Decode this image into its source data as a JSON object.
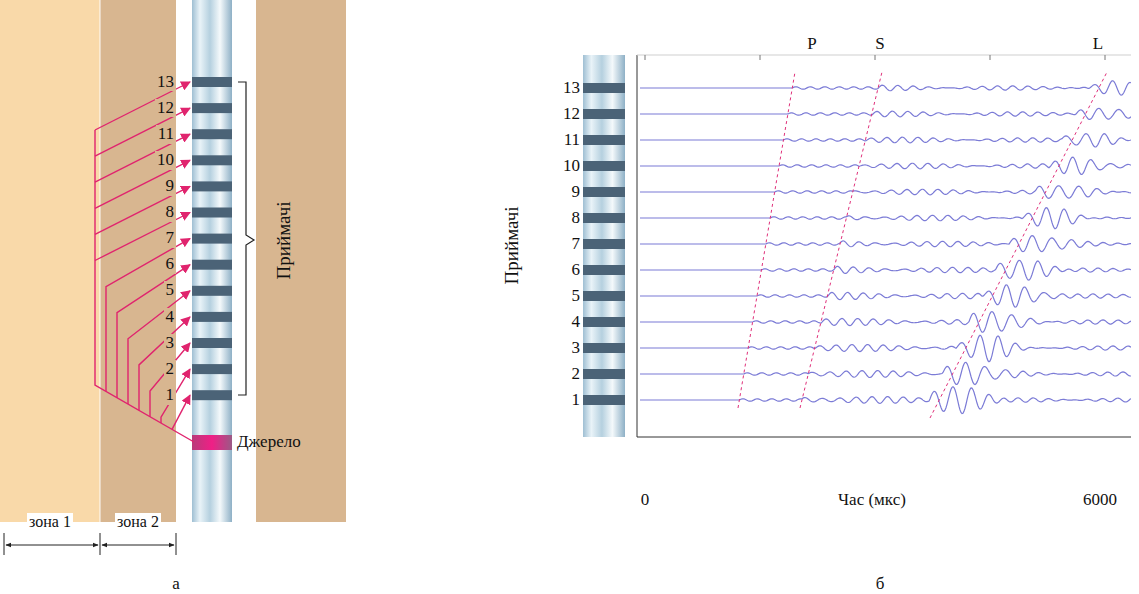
{
  "diagram": {
    "labels": [
      "13",
      "12",
      "11",
      "10",
      "9",
      "8",
      "7",
      "6",
      "5",
      "4",
      "3",
      "2",
      "1",
      "Приймачі",
      "Джерело",
      "зона 1",
      "зона 2",
      "а",
      "P",
      "S",
      "L",
      "13",
      "12",
      "11",
      "10",
      "9",
      "8",
      "7",
      "6",
      "5",
      "4",
      "3",
      "2",
      "1",
      "Приймачі",
      "0",
      "Час (мкс)",
      "6000",
      "б"
    ]
  }
}
